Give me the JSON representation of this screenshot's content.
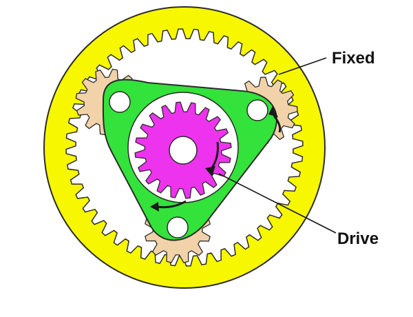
{
  "labels": {
    "fixed": "Fixed",
    "drive": "Drive"
  },
  "colors": {
    "ring_gear": "#f7f700",
    "ring_outline": "#2a2a2a",
    "gear_teeth_space": "#ffffff",
    "planet_gear": "#f2d2a8",
    "carrier": "#33e23a",
    "sun_gear": "#ee33ee",
    "arrow": "#1a1a1a",
    "leader_line": "#111111"
  },
  "gear_teeth": {
    "ring": 48,
    "planet": 12,
    "sun": 20
  },
  "planet_count": 3
}
